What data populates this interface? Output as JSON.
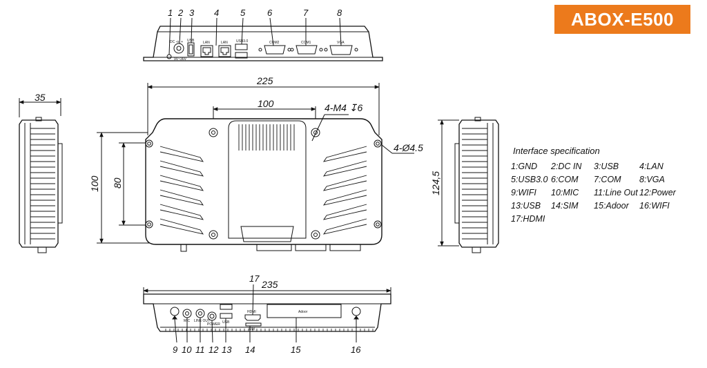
{
  "model": "ABOX-E500",
  "brand_color": "#ec7a1c",
  "interface_spec": {
    "title": "Interface specification",
    "items": [
      "1:GND",
      "2:DC IN",
      "3:USB",
      "4:LAN",
      "5:USB3.0",
      "6:COM",
      "7:COM",
      "8:VGA",
      "9:WIFI",
      "10:MIC",
      "11:Line Out",
      "12:Power",
      "13:USB",
      "14:SIM",
      "15:Adoor",
      "16:WIFI",
      "17:HDMI"
    ]
  },
  "top_callouts": [
    "1",
    "2",
    "3",
    "4",
    "5",
    "6",
    "7",
    "8"
  ],
  "bottom_callouts": [
    "9",
    "10",
    "11",
    "12",
    "13",
    "14",
    "15",
    "16"
  ],
  "hdmi_callout": "17",
  "dimensions": {
    "side_width": "35",
    "front_width": "225",
    "hole_spacing_top": "100",
    "front_height": "100",
    "hole_spacing_vertical": "80",
    "side_height": "124,5",
    "back_width": "235",
    "thread_note": "4-M4 ↧6",
    "hole_note": "4-Ø4.5"
  },
  "port_labels": {
    "dc": "DC -o- +",
    "voltage": "9V~36V",
    "usb2": "USB",
    "lan1": "LAN",
    "lan2": "LAN",
    "usb3": "USB3.0",
    "com2": "COM2",
    "com1": "COM1",
    "vga": "VGA",
    "mic": "MIC",
    "line_out": "LINE OUT",
    "power": "POWER",
    "usb_back": "USB",
    "hdmi": "HDMI",
    "sim": "SIM",
    "adoor": "Adoor"
  }
}
